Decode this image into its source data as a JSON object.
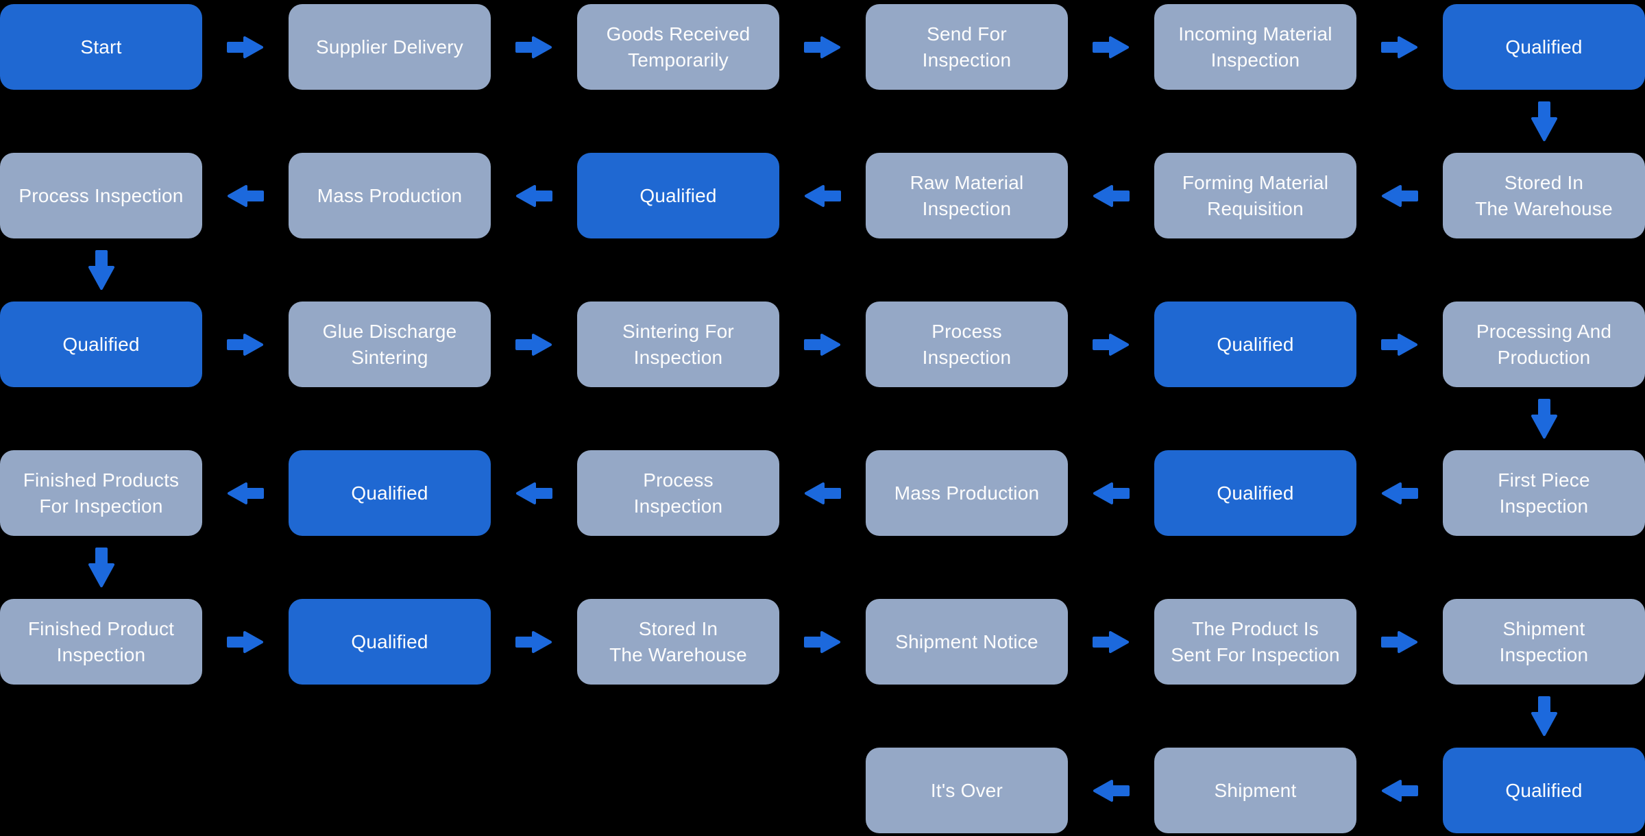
{
  "diagram": {
    "background_color": "#000000",
    "text_color": "#fdfdfd",
    "node_primary_color": "#1f68d2",
    "node_muted_color": "#95a8c6",
    "arrow_color": "#1c69dd"
  },
  "nodes": [
    {
      "id": "start",
      "row": 1,
      "col": 1,
      "variant": "primary",
      "lines": [
        "Start"
      ]
    },
    {
      "id": "supplier-delivery",
      "row": 1,
      "col": 2,
      "variant": "muted",
      "lines": [
        "Supplier Delivery"
      ]
    },
    {
      "id": "goods-received-temporarily",
      "row": 1,
      "col": 3,
      "variant": "muted",
      "lines": [
        "Goods Received",
        "Temporarily"
      ]
    },
    {
      "id": "send-for-inspection",
      "row": 1,
      "col": 4,
      "variant": "muted",
      "lines": [
        "Send For",
        "Inspection"
      ]
    },
    {
      "id": "incoming-material-inspection",
      "row": 1,
      "col": 5,
      "variant": "muted",
      "lines": [
        "Incoming Material",
        "Inspection"
      ]
    },
    {
      "id": "qualified-incoming",
      "row": 1,
      "col": 6,
      "variant": "primary",
      "lines": [
        "Qualified"
      ]
    },
    {
      "id": "process-inspection-raw",
      "row": 2,
      "col": 1,
      "variant": "muted",
      "lines": [
        "Process Inspection"
      ]
    },
    {
      "id": "mass-production-1",
      "row": 2,
      "col": 2,
      "variant": "muted",
      "lines": [
        "Mass Production"
      ]
    },
    {
      "id": "qualified-raw-material",
      "row": 2,
      "col": 3,
      "variant": "primary",
      "lines": [
        "Qualified"
      ]
    },
    {
      "id": "raw-material-inspection",
      "row": 2,
      "col": 4,
      "variant": "muted",
      "lines": [
        "Raw Material",
        "Inspection"
      ]
    },
    {
      "id": "forming-material-requisition",
      "row": 2,
      "col": 5,
      "variant": "muted",
      "lines": [
        "Forming Material",
        "Requisition"
      ]
    },
    {
      "id": "stored-in-warehouse-1",
      "row": 2,
      "col": 6,
      "variant": "muted",
      "lines": [
        "Stored In",
        "The Warehouse"
      ]
    },
    {
      "id": "qualified-process-1",
      "row": 3,
      "col": 1,
      "variant": "primary",
      "lines": [
        "Qualified"
      ]
    },
    {
      "id": "glue-discharge-sintering",
      "row": 3,
      "col": 2,
      "variant": "muted",
      "lines": [
        "Glue Discharge",
        "Sintering"
      ]
    },
    {
      "id": "sintering-for-inspection",
      "row": 3,
      "col": 3,
      "variant": "muted",
      "lines": [
        "Sintering For",
        "Inspection"
      ]
    },
    {
      "id": "process-inspection-sinter",
      "row": 3,
      "col": 4,
      "variant": "muted",
      "lines": [
        "Process",
        "Inspection"
      ]
    },
    {
      "id": "qualified-sintering",
      "row": 3,
      "col": 5,
      "variant": "primary",
      "lines": [
        "Qualified"
      ]
    },
    {
      "id": "processing-and-production",
      "row": 3,
      "col": 6,
      "variant": "muted",
      "lines": [
        "Processing And",
        "Production"
      ]
    },
    {
      "id": "finished-products-for-inspection",
      "row": 4,
      "col": 1,
      "variant": "muted",
      "lines": [
        "Finished Products",
        "For Inspection"
      ]
    },
    {
      "id": "qualified-process-2",
      "row": 4,
      "col": 2,
      "variant": "primary",
      "lines": [
        "Qualified"
      ]
    },
    {
      "id": "process-inspection-mass",
      "row": 4,
      "col": 3,
      "variant": "muted",
      "lines": [
        "Process",
        "Inspection"
      ]
    },
    {
      "id": "mass-production-2",
      "row": 4,
      "col": 4,
      "variant": "muted",
      "lines": [
        "Mass Production"
      ]
    },
    {
      "id": "qualified-first-piece",
      "row": 4,
      "col": 5,
      "variant": "primary",
      "lines": [
        "Qualified"
      ]
    },
    {
      "id": "first-piece-inspection",
      "row": 4,
      "col": 6,
      "variant": "muted",
      "lines": [
        "First Piece",
        "Inspection"
      ]
    },
    {
      "id": "finished-product-inspection",
      "row": 5,
      "col": 1,
      "variant": "muted",
      "lines": [
        "Finished Product",
        "Inspection"
      ]
    },
    {
      "id": "qualified-finished",
      "row": 5,
      "col": 2,
      "variant": "primary",
      "lines": [
        "Qualified"
      ]
    },
    {
      "id": "stored-in-warehouse-2",
      "row": 5,
      "col": 3,
      "variant": "muted",
      "lines": [
        "Stored In",
        "The Warehouse"
      ]
    },
    {
      "id": "shipment-notice",
      "row": 5,
      "col": 4,
      "variant": "muted",
      "lines": [
        "Shipment Notice"
      ]
    },
    {
      "id": "product-sent-for-inspection",
      "row": 5,
      "col": 5,
      "variant": "muted",
      "lines": [
        "The Product Is",
        "Sent For Inspection"
      ]
    },
    {
      "id": "shipment-inspection",
      "row": 5,
      "col": 6,
      "variant": "muted",
      "lines": [
        "Shipment",
        "Inspection"
      ]
    },
    {
      "id": "its-over",
      "row": 6,
      "col": 4,
      "variant": "muted",
      "lines": [
        "It's Over"
      ]
    },
    {
      "id": "shipment",
      "row": 6,
      "col": 5,
      "variant": "muted",
      "lines": [
        "Shipment"
      ]
    },
    {
      "id": "qualified-shipment",
      "row": 6,
      "col": 6,
      "variant": "primary",
      "lines": [
        "Qualified"
      ]
    }
  ],
  "connectors": [
    {
      "dir": "right",
      "row": 1,
      "gap": 1
    },
    {
      "dir": "right",
      "row": 1,
      "gap": 2
    },
    {
      "dir": "right",
      "row": 1,
      "gap": 3
    },
    {
      "dir": "right",
      "row": 1,
      "gap": 4
    },
    {
      "dir": "right",
      "row": 1,
      "gap": 5
    },
    {
      "dir": "down",
      "after_row": 1,
      "col": 6
    },
    {
      "dir": "left",
      "row": 2,
      "gap": 5
    },
    {
      "dir": "left",
      "row": 2,
      "gap": 4
    },
    {
      "dir": "left",
      "row": 2,
      "gap": 3
    },
    {
      "dir": "left",
      "row": 2,
      "gap": 2
    },
    {
      "dir": "left",
      "row": 2,
      "gap": 1
    },
    {
      "dir": "down",
      "after_row": 2,
      "col": 1
    },
    {
      "dir": "right",
      "row": 3,
      "gap": 1
    },
    {
      "dir": "right",
      "row": 3,
      "gap": 2
    },
    {
      "dir": "right",
      "row": 3,
      "gap": 3
    },
    {
      "dir": "right",
      "row": 3,
      "gap": 4
    },
    {
      "dir": "right",
      "row": 3,
      "gap": 5
    },
    {
      "dir": "down",
      "after_row": 3,
      "col": 6
    },
    {
      "dir": "left",
      "row": 4,
      "gap": 5
    },
    {
      "dir": "left",
      "row": 4,
      "gap": 4
    },
    {
      "dir": "left",
      "row": 4,
      "gap": 3
    },
    {
      "dir": "left",
      "row": 4,
      "gap": 2
    },
    {
      "dir": "left",
      "row": 4,
      "gap": 1
    },
    {
      "dir": "down",
      "after_row": 4,
      "col": 1
    },
    {
      "dir": "right",
      "row": 5,
      "gap": 1
    },
    {
      "dir": "right",
      "row": 5,
      "gap": 2
    },
    {
      "dir": "right",
      "row": 5,
      "gap": 3
    },
    {
      "dir": "right",
      "row": 5,
      "gap": 4
    },
    {
      "dir": "right",
      "row": 5,
      "gap": 5
    },
    {
      "dir": "down",
      "after_row": 5,
      "col": 6
    },
    {
      "dir": "left",
      "row": 6,
      "gap": 5
    },
    {
      "dir": "left",
      "row": 6,
      "gap": 4
    }
  ]
}
